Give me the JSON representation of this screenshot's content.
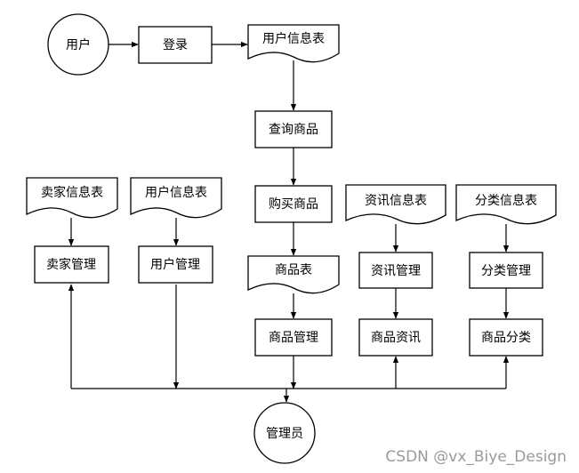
{
  "nodes": {
    "user": "用户",
    "login": "登录",
    "user_info_table_top": "用户信息表",
    "query_goods": "查询商品",
    "buy_goods": "购买商品",
    "goods_table": "商品表",
    "goods_manage": "商品管理",
    "news_info_table": "资讯信息表",
    "news_manage": "资讯管理",
    "goods_news": "商品资讯",
    "category_info_table": "分类信息表",
    "category_manage": "分类管理",
    "goods_category": "商品分类",
    "seller_info_table": "卖家信息表",
    "seller_manage": "卖家管理",
    "user_info_table_left": "用户信息表",
    "user_manage": "用户管理",
    "admin": "管理员"
  },
  "watermark": "CSDN @vx_Biye_Design"
}
